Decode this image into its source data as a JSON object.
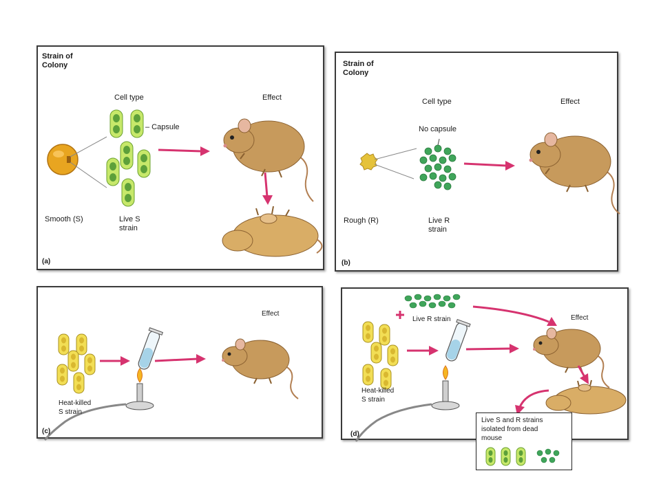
{
  "colors": {
    "arrow": "#d6336f",
    "capsule": "#c7e86a",
    "r_cell": "#3fa55a",
    "heat_killed": "#f2de55",
    "mouse": "#c79a5c",
    "colony_smooth": "#e8a520",
    "colony_rough": "#e5c23a"
  },
  "panel_a": {
    "title": "Strain of\nColony",
    "cell_type_label": "Cell type",
    "effect_label": "Effect",
    "capsule_label": "– Capsule",
    "colony_label": "Smooth  (S)",
    "strain_label": "Live S\nstrain",
    "letter": "(a)"
  },
  "panel_b": {
    "title": "Strain of\nColony",
    "cell_type_label": "Cell type",
    "effect_label": "Effect",
    "no_capsule_label": "No capsule",
    "colony_label": "Rough (R)",
    "strain_label": "Live R\nstrain",
    "letter": "(b)"
  },
  "panel_c": {
    "effect_label": "Effect",
    "strain_label": "Heat-killed\nS strain",
    "letter": "(c)"
  },
  "panel_d": {
    "effect_label": "Effect",
    "live_r_label": "Live R strain",
    "strain_label": "Heat-killed\nS strain",
    "isolated_label": "Live S and R strains\nisolated from dead\nmouse",
    "letter": "(d)"
  }
}
